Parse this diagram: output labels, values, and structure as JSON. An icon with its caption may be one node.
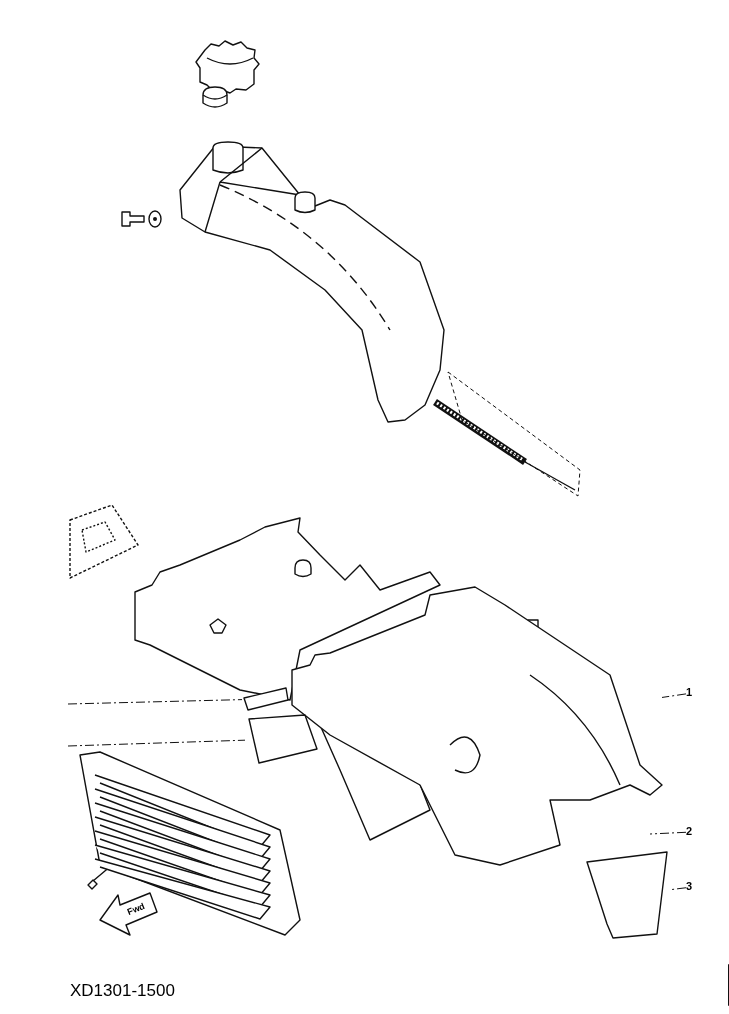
{
  "diagram": {
    "nodes": [
      {
        "text": [
          "1"
        ]
      },
      {
        "text": [],
        "shape": "picture"
      },
      {
        "text": [
          "2"
        ]
      },
      {
        "text": [
          "3"
        ]
      },
      {
        "text": [],
        "shape": "picture"
      },
      {
        "text": [],
        "shape": "picture"
      },
      {
        "text": [],
        "shape": "picture"
      }
    ],
    "edges": [
      {
        "from": 0,
        "to": 1,
        "arrow": "none"
      },
      {
        "from": 2,
        "to": null,
        "arrow": "none"
      },
      {
        "from": 3,
        "to": 4,
        "arrow": "none"
      },
      {
        "from": null,
        "to": 5,
        "arrow": "none"
      },
      {
        "from": null,
        "to": 6,
        "arrow": "none"
      }
    ],
    "labels": [
      "Fwd",
      "XD1301-1500"
    ]
  }
}
